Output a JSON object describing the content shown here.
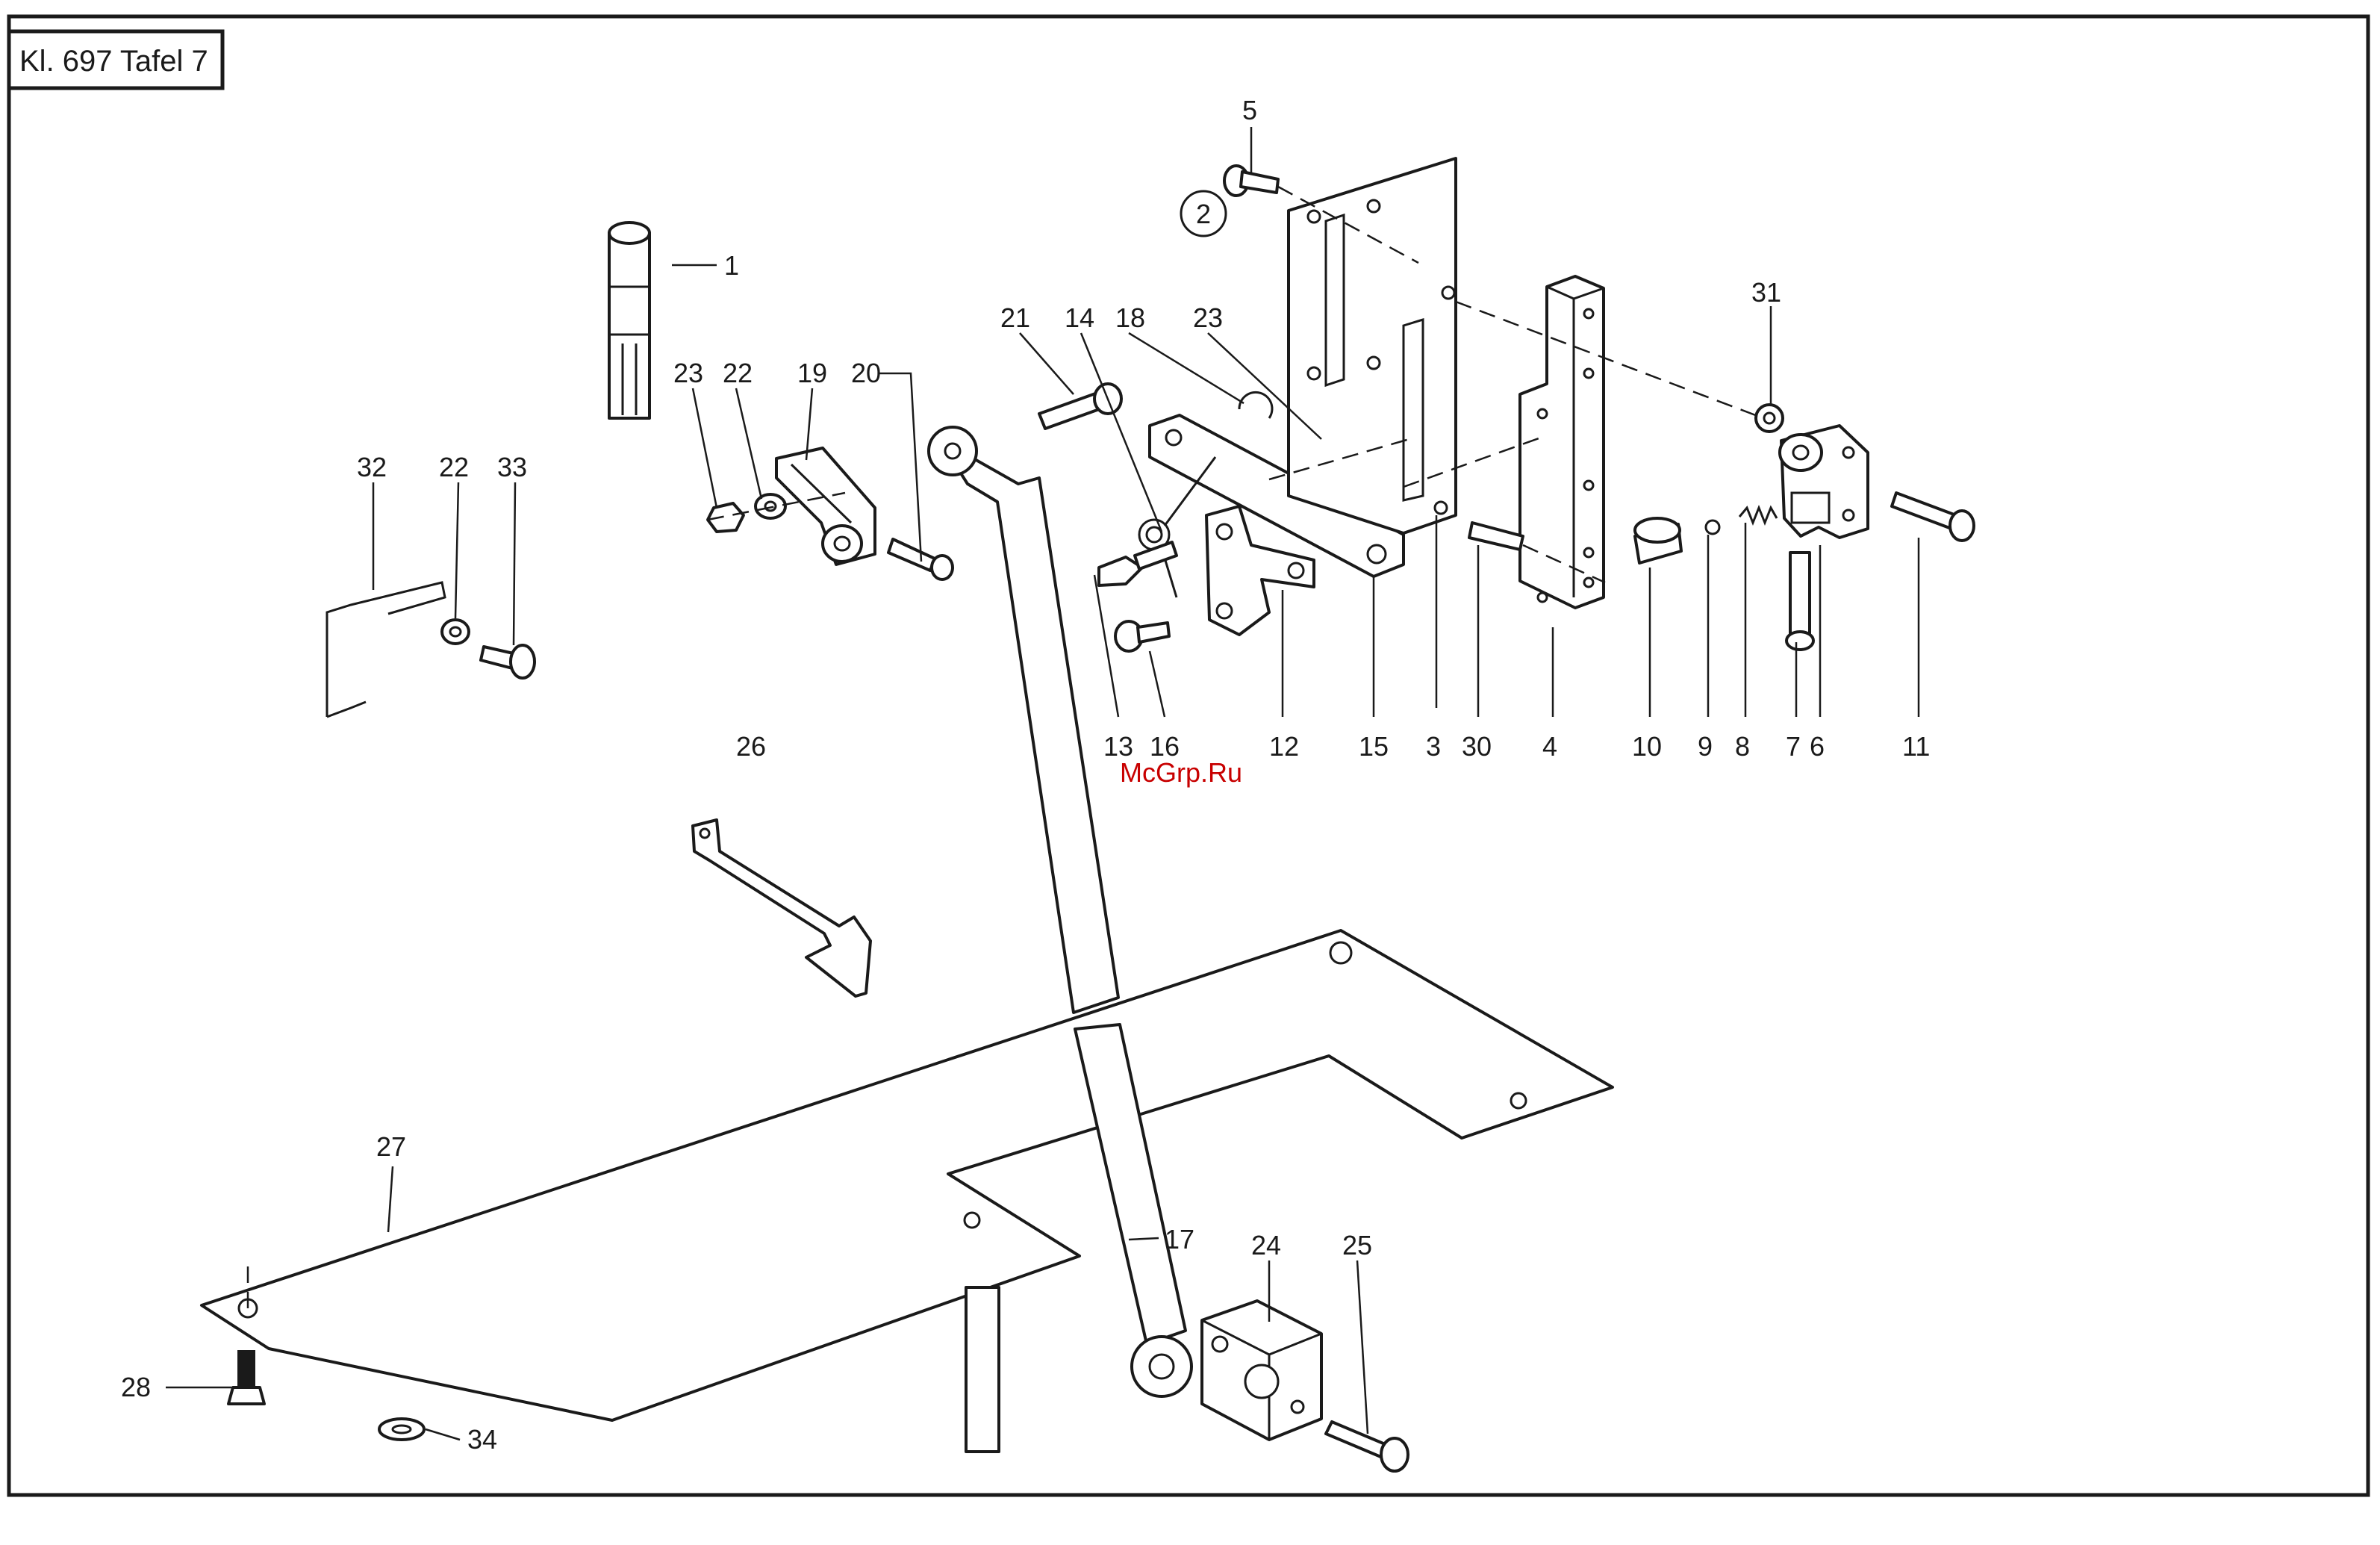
{
  "title": "Kl. 697 Tafel 7",
  "watermark": "McGrp.Ru",
  "callout": "2",
  "parts": [
    {
      "id": "p1",
      "label": "1"
    },
    {
      "id": "p3",
      "label": "3"
    },
    {
      "id": "p4",
      "label": "4"
    },
    {
      "id": "p5",
      "label": "5"
    },
    {
      "id": "p6",
      "label": "6"
    },
    {
      "id": "p7",
      "label": "7"
    },
    {
      "id": "p8",
      "label": "8"
    },
    {
      "id": "p9",
      "label": "9"
    },
    {
      "id": "p10",
      "label": "10"
    },
    {
      "id": "p11",
      "label": "11"
    },
    {
      "id": "p12",
      "label": "12"
    },
    {
      "id": "p13",
      "label": "13"
    },
    {
      "id": "p14",
      "label": "14"
    },
    {
      "id": "p15",
      "label": "15"
    },
    {
      "id": "p16",
      "label": "16"
    },
    {
      "id": "p17",
      "label": "17"
    },
    {
      "id": "p18",
      "label": "18"
    },
    {
      "id": "p19",
      "label": "19"
    },
    {
      "id": "p20",
      "label": "20"
    },
    {
      "id": "p21",
      "label": "21"
    },
    {
      "id": "p22a",
      "label": "22"
    },
    {
      "id": "p22b",
      "label": "22"
    },
    {
      "id": "p23a",
      "label": "23"
    },
    {
      "id": "p23b",
      "label": "23"
    },
    {
      "id": "p24",
      "label": "24"
    },
    {
      "id": "p25",
      "label": "25"
    },
    {
      "id": "p26",
      "label": "26"
    },
    {
      "id": "p27",
      "label": "27"
    },
    {
      "id": "p28",
      "label": "28"
    },
    {
      "id": "p30",
      "label": "30"
    },
    {
      "id": "p31",
      "label": "31"
    },
    {
      "id": "p32",
      "label": "32"
    },
    {
      "id": "p33",
      "label": "33"
    },
    {
      "id": "p34",
      "label": "34"
    }
  ]
}
